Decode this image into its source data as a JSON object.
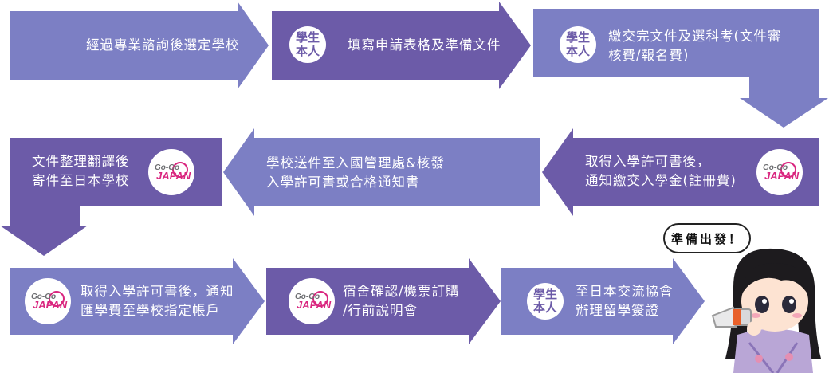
{
  "colors": {
    "light": "#7c7fc4",
    "dark": "#6c5ba8",
    "logo_pink": "#d9267f",
    "logo_gray": "#6d6e71"
  },
  "actor_badge": [
    "學生",
    "本人"
  ],
  "logo": {
    "text_top": "Go-Go",
    "text_main": "JAPAN",
    "icon": "gogojapan-logo-icon"
  },
  "steps": [
    {
      "id": 1,
      "actor": "none",
      "lines": [
        "經過專業諮詢後選定學校"
      ]
    },
    {
      "id": 2,
      "actor": "student",
      "lines": [
        "填寫申請表格及準備文件"
      ]
    },
    {
      "id": 3,
      "actor": "student",
      "lines": [
        "繳交完文件及選科考(文件審",
        "核費/報名費)"
      ]
    },
    {
      "id": 4,
      "actor": "agency",
      "lines": [
        "取得入學許可書後，",
        "通知繳交入學金(註冊費)"
      ]
    },
    {
      "id": 5,
      "actor": "none",
      "lines": [
        "學校送件至入國管理處&核發",
        "入學許可書或合格通知書"
      ]
    },
    {
      "id": 6,
      "actor": "agency",
      "lines": [
        "文件整理翻譯後",
        "寄件至日本學校"
      ]
    },
    {
      "id": 7,
      "actor": "agency",
      "lines": [
        "取得入學許可書後，通知",
        "匯學費至學校指定帳戶"
      ]
    },
    {
      "id": 8,
      "actor": "agency",
      "lines": [
        "宿舍確認/機票訂購",
        "/行前說明會"
      ]
    },
    {
      "id": 9,
      "actor": "student",
      "lines": [
        "至日本交流協會",
        "辦理留學簽證"
      ]
    }
  ],
  "mascot": {
    "speech": "準備出發！",
    "icon": "mascot-girl-megaphone-icon"
  }
}
